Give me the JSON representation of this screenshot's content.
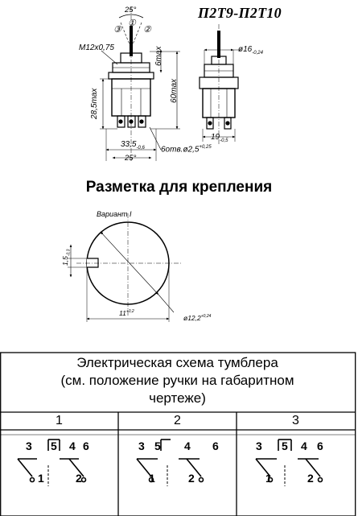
{
  "header": {
    "model_title": "П2Т9-П2Т10"
  },
  "drawing": {
    "angle_top": "25°",
    "position_1": "①",
    "position_2": "②",
    "position_3": "③",
    "thread": "M12x0,75",
    "dim_6max": "6max",
    "dim_60max": "60max",
    "dim_28_5max": "28,5max",
    "dim_33_5": "33,5",
    "dim_33_5_tol": "-0,6",
    "dim_25_bottom": "25°",
    "holes": "6отв.ø2,5",
    "holes_tol": "+0,25",
    "dim_16": "ø16",
    "dim_16_tol": "-0,24",
    "dim_19": "19",
    "dim_19_tol": "-0,5"
  },
  "mounting": {
    "heading": "Разметка для крепления",
    "variant": "Вариант I",
    "dim_1_5": "1,5",
    "dim_1_5_tol": "-0,3",
    "dim_11": "11",
    "dim_11_tol": "+0,2",
    "dim_12_2": "ø12,2",
    "dim_12_2_tol": "+0,24"
  },
  "schematic_table": {
    "title_line1": "Электрическая схема тумблера",
    "title_line2": "(см. положение ручки на габаритном",
    "title_line3": "чертеже)",
    "columns": [
      "1",
      "2",
      "3"
    ],
    "terminals": [
      "1",
      "2",
      "3",
      "4",
      "5",
      "6"
    ]
  }
}
